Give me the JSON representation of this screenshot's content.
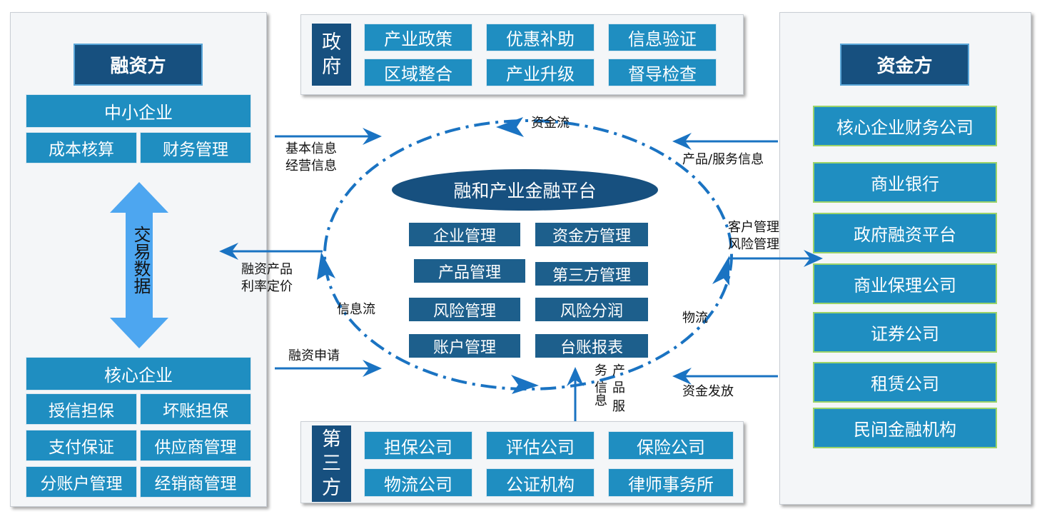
{
  "financing_side": {
    "title": "融资方",
    "sme": {
      "title": "中小企业",
      "items": [
        "成本核算",
        "财务管理"
      ]
    },
    "transaction_arrow_label": "交易数据",
    "core": {
      "title": "核心企业",
      "items": [
        "授信担保",
        "坏账担保",
        "支付保证",
        "供应商管理",
        "分账户管理",
        "经销商管理"
      ]
    }
  },
  "government": {
    "label": "政府",
    "items": [
      "产业政策",
      "优惠补助",
      "信息验证",
      "区域整合",
      "产业升级",
      "督导检查"
    ]
  },
  "third_party": {
    "label": "第三方",
    "items": [
      "担保公司",
      "评估公司",
      "保险公司",
      "物流公司",
      "公证机构",
      "律师事务所"
    ]
  },
  "funding_side": {
    "title": "资金方",
    "items": [
      "核心企业财务公司",
      "商业银行",
      "政府融资平台",
      "商业保理公司",
      "证券公司",
      "租赁公司",
      "民间金融机构"
    ]
  },
  "platform": {
    "title": "融和产业金融平台",
    "modules": [
      "企业管理",
      "资金方管理",
      "产品管理",
      "第三方管理",
      "风险管理",
      "风险分润",
      "账户管理",
      "台账报表"
    ]
  },
  "flows": {
    "capital_flow": "资金流",
    "info_flow": "信息流",
    "logistics": "物流",
    "basic_info": [
      "基本信息",
      "经营信息"
    ],
    "product_pricing": [
      "融资产品",
      "利率定价"
    ],
    "financing_application": "融资申请",
    "product_service_info": "产品/服务信息",
    "customer_risk": [
      "客户管理",
      "风险管理"
    ],
    "funds_release": "资金发放",
    "third_party_info": [
      "产",
      "品",
      "信",
      "息",
      "服",
      "务"
    ]
  },
  "colors": {
    "box_blue": "#1f8ec1",
    "box_dark": "#1d5f8c",
    "navy": "#17507f",
    "arrow": "#1a73c2",
    "green_border": "#9bd36a",
    "double_arrow": "#4da6f0"
  }
}
